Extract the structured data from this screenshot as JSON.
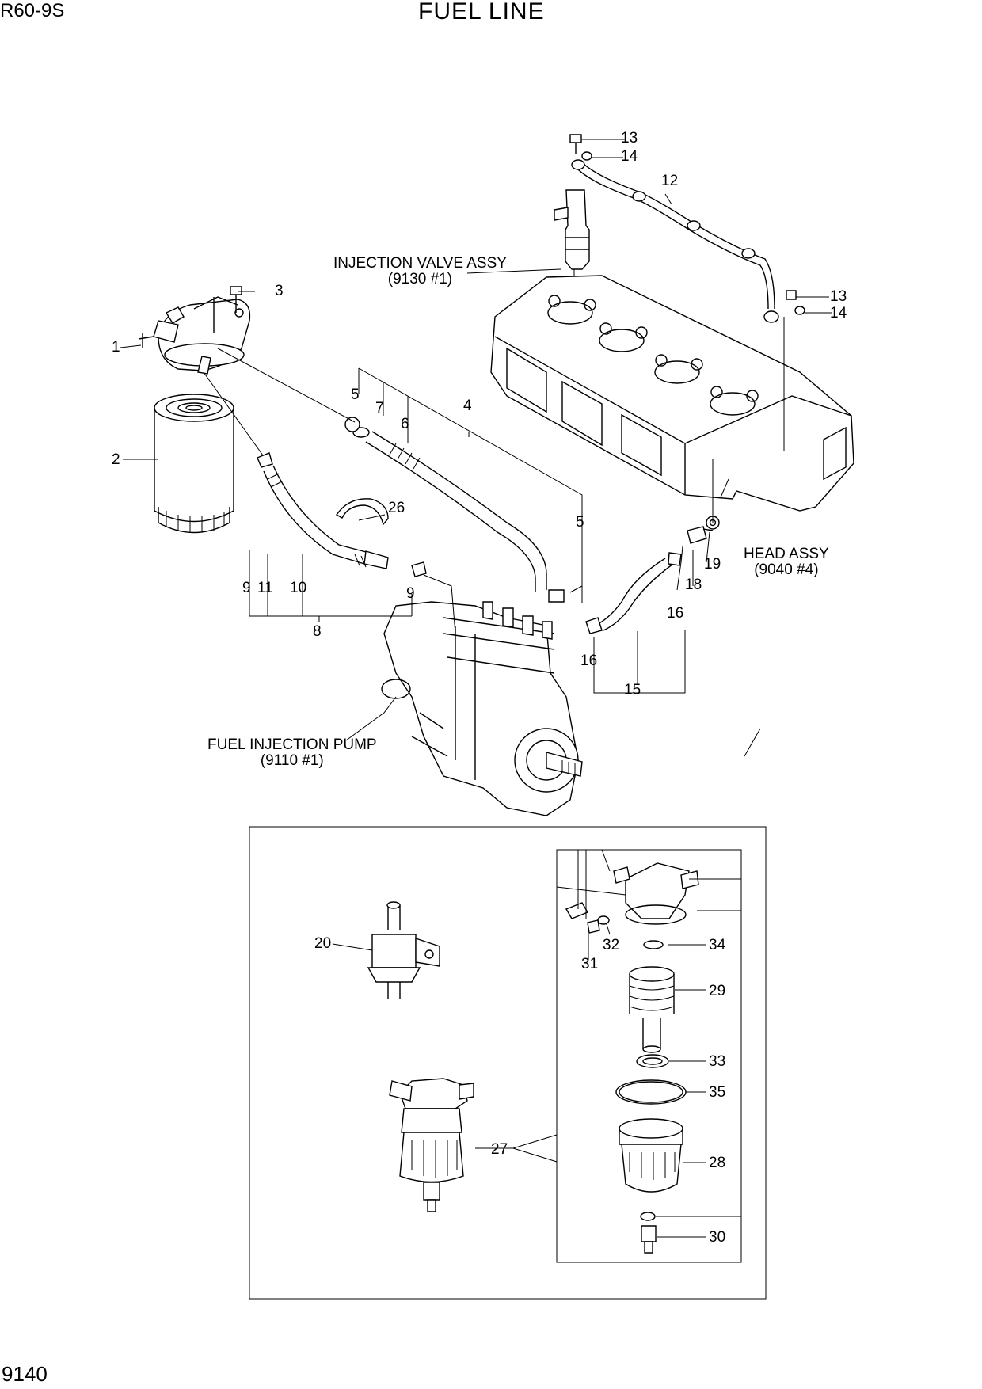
{
  "header": {
    "model": "R60-9S",
    "title": "FUEL LINE"
  },
  "footer": {
    "page_number": "9140"
  },
  "notes": {
    "injection_valve": {
      "name": "INJECTION VALVE ASSY",
      "ref": "(9130 #1)"
    },
    "head_assy": {
      "name": "HEAD ASSY",
      "ref": "(9040 #4)"
    },
    "fuel_pump": {
      "name": "FUEL INJECTION PUMP",
      "ref": "(9110 #1)"
    }
  },
  "callouts": {
    "c1": "1",
    "c2": "2",
    "c3": "3",
    "c4": "4",
    "c5a": "5",
    "c5b": "5",
    "c6": "6",
    "c7": "7",
    "c8": "8",
    "c9a": "9",
    "c9b": "9",
    "c10": "10",
    "c11": "11",
    "c12": "12",
    "c13a": "13",
    "c13b": "13",
    "c14a": "14",
    "c14b": "14",
    "c15": "15",
    "c16a": "16",
    "c16b": "16",
    "c18": "18",
    "c19": "19",
    "c20": "20",
    "c26": "26",
    "c27": "27",
    "c28": "28",
    "c29": "29",
    "c30": "30",
    "c31": "31",
    "c32": "32",
    "c33": "33",
    "c34": "34",
    "c35": "35"
  }
}
